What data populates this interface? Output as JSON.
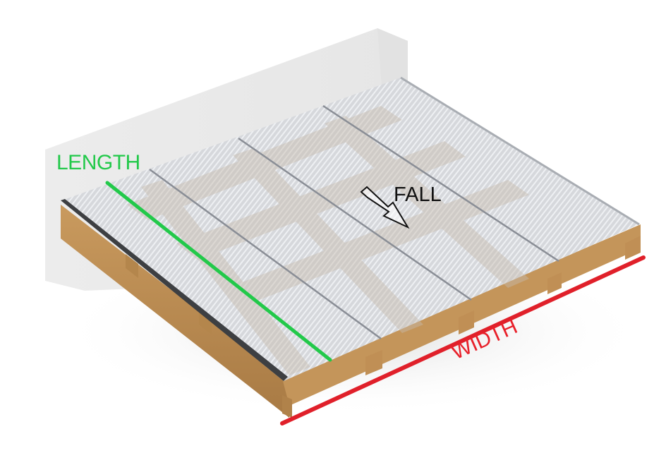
{
  "diagram": {
    "subject": "Polycarbonate roof sheets on timber frame against wall",
    "panel_count": 4,
    "labels": {
      "length": "LENGTH",
      "fall": "FALL",
      "width": "WIDTH"
    },
    "colors": {
      "length_line": "#22c94a",
      "width_line": "#e0202a",
      "fall_arrow": "#111111",
      "timber": "#b98a52",
      "wall": "#eeeeee",
      "sheet": "#d9dadd"
    },
    "icons": {
      "fall_arrow": "outlined-arrow-down-right"
    }
  }
}
